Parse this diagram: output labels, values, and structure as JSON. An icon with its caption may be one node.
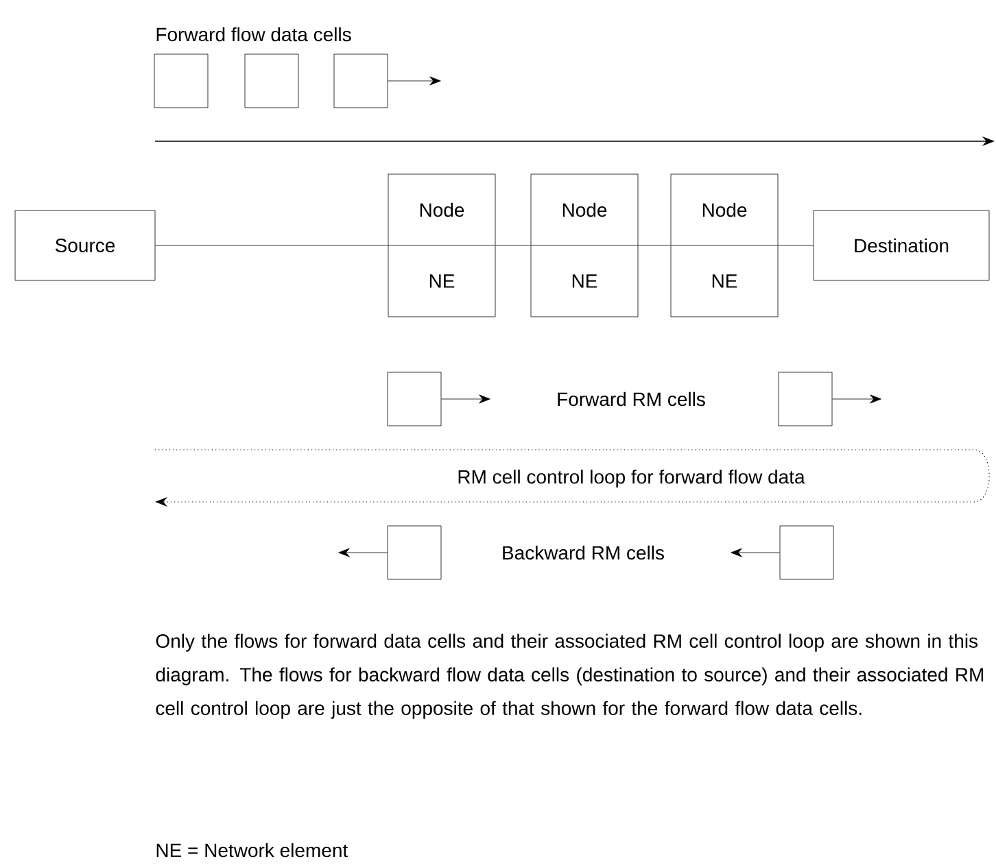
{
  "diagram": {
    "nodes": [
      {
        "text": [
          "Source"
        ]
      },
      {
        "text": [
          "Node",
          "NE"
        ]
      },
      {
        "text": [
          "Node",
          "NE"
        ]
      },
      {
        "text": [
          "Node",
          "NE"
        ]
      },
      {
        "text": [
          "Destination"
        ]
      },
      {
        "text": [],
        "shape": "box"
      },
      {
        "text": [],
        "shape": "box"
      },
      {
        "text": [],
        "shape": "box"
      },
      {
        "text": [],
        "shape": "box"
      },
      {
        "text": [],
        "shape": "box"
      },
      {
        "text": [],
        "shape": "box"
      },
      {
        "text": [],
        "shape": "box"
      }
    ],
    "edges": [
      {
        "from": 0,
        "to": 1,
        "arrow": "none"
      },
      {
        "from": 1,
        "to": 2,
        "arrow": "none"
      },
      {
        "from": 2,
        "to": 3,
        "arrow": "none"
      },
      {
        "from": 3,
        "to": 4,
        "arrow": "none"
      },
      {
        "from": 7,
        "to": null,
        "arrow": "to"
      },
      {
        "from": 8,
        "to": null,
        "arrow": "to"
      },
      {
        "from": 9,
        "to": null,
        "arrow": "to"
      },
      {
        "from": 10,
        "to": null,
        "arrow": "to"
      },
      {
        "from": 11,
        "to": null,
        "arrow": "to"
      }
    ],
    "labels": [
      "Forward flow data cells",
      "Forward RM cells",
      "RM cell control loop for forward flow data",
      "Backward RM cells",
      "Only the flows for forward data cells and their associated RM cell control loop are shown in this diagram. The flows for backward flow data cells (destination to source) and their associated RM cell control loop are just the opposite of that shown for the forward flow data cells.",
      "NE = Network element"
    ]
  }
}
